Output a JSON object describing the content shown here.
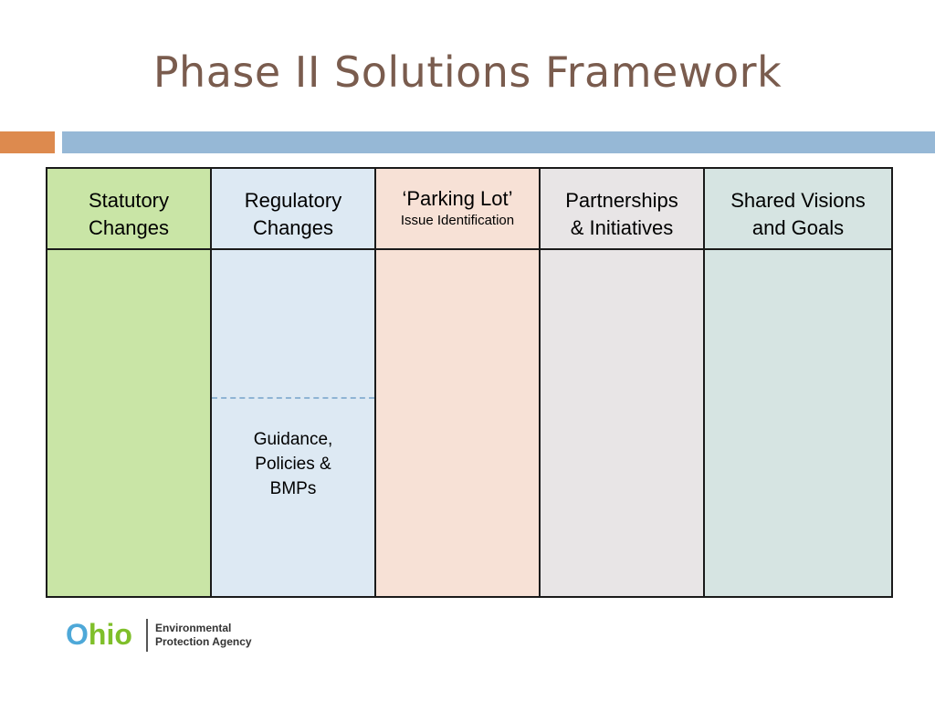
{
  "title": "Phase II Solutions Framework",
  "columns": [
    {
      "title_lines": [
        "Statutory",
        "Changes"
      ],
      "color": "#c9e5a6"
    },
    {
      "title_lines": [
        "Regulatory",
        "Changes"
      ],
      "color": "#dde9f3",
      "sub_lines": [
        "Guidance,",
        "Policies &",
        "BMPs"
      ]
    },
    {
      "title_lines": [
        "‘Parking Lot’"
      ],
      "subtitle": "Issue Identification",
      "color": "#f7e1d6"
    },
    {
      "title_lines": [
        "Partnerships",
        "& Initiatives"
      ],
      "color": "#e8e5e6"
    },
    {
      "title_lines": [
        "Shared Visions",
        "and Goals"
      ],
      "color": "#d6e4e2"
    }
  ],
  "logo": {
    "o": "O",
    "hio": "hio",
    "line1": "Environmental",
    "line2": "Protection Agency"
  },
  "colors": {
    "title": "#7a5c4e",
    "accent_orange": "#dd8a4e",
    "accent_blue": "#96b8d6"
  }
}
